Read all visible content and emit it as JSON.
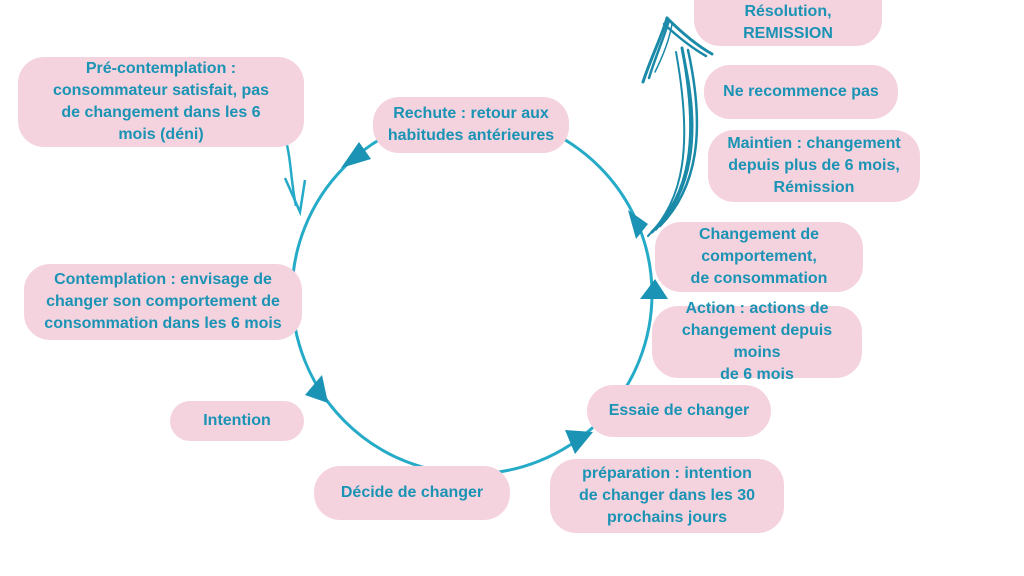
{
  "colors": {
    "label_bg": "#f5d3de",
    "text": "#1a93b4",
    "cycle": "#25aac8",
    "exit_arrow": "#1a8aa8"
  },
  "labels": {
    "precontemplation": "Pré-contemplation :\nconsommateur satisfait, pas\nde changement dans les 6\nmois (déni)",
    "rechute": "Rechute : retour aux\nhabitudes antérieures",
    "resolution": "Résolution,\nREMISSION",
    "ne_recommence": "Ne recommence pas",
    "maintien": "Maintien : changement\ndepuis plus de 6 mois,\nRémission",
    "changement": "Changement de\ncomportement,\nde consommation",
    "contemplation": "Contemplation : envisage de\nchanger son comportement de\nconsommation dans les 6 mois",
    "action": "Action : actions de\nchangement depuis moins\nde 6 mois",
    "intention": "Intention",
    "essaie": "Essaie de changer",
    "decide": "Décide de changer",
    "preparation": "préparation : intention\nde changer dans les 30\nprochains jours"
  }
}
